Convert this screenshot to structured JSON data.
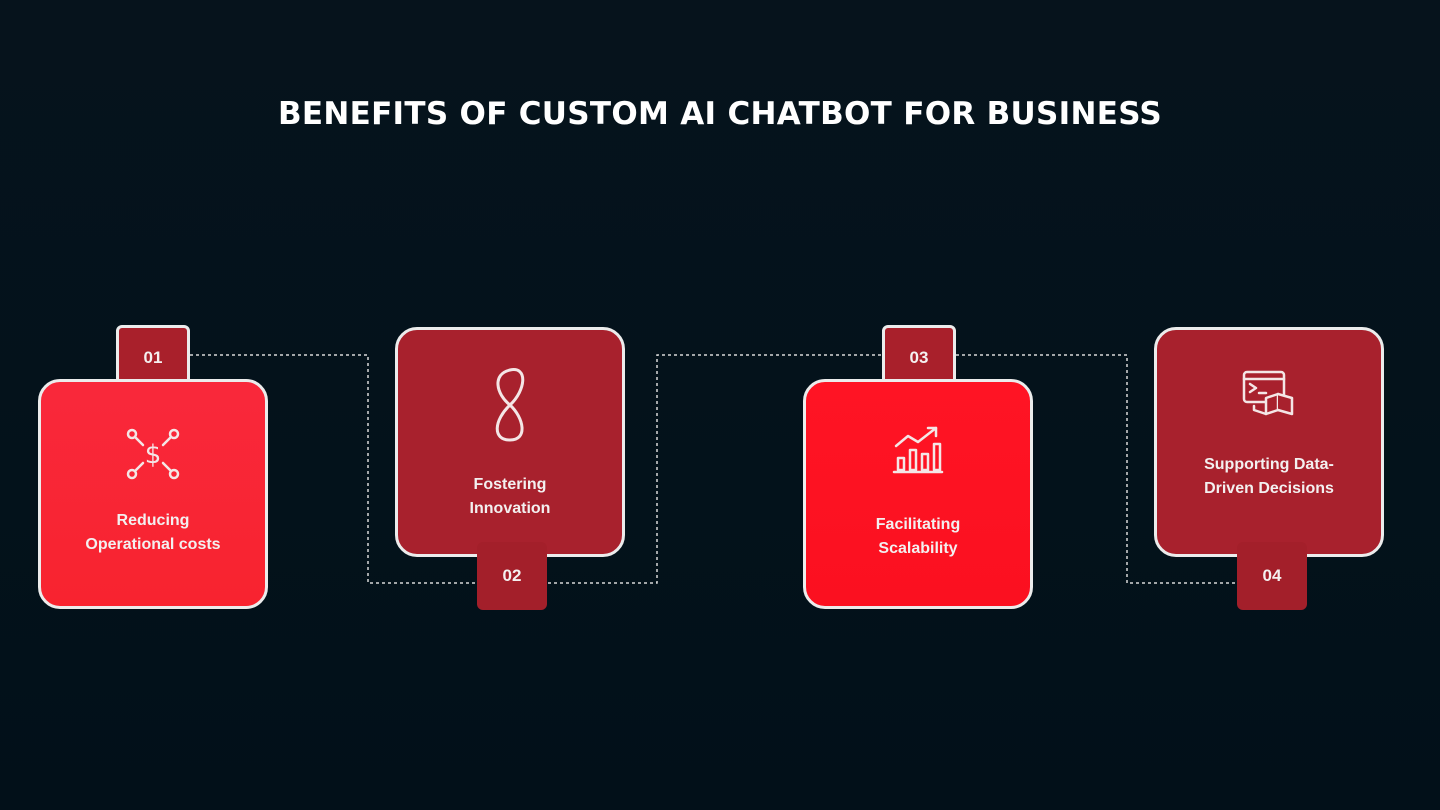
{
  "title": "BENEFITS OF CUSTOM AI CHATBOT FOR BUSINESS",
  "steps": [
    {
      "number": "01",
      "label": "Reducing\nOperational costs",
      "icon": "dollar-network-icon",
      "color": "#f9283b"
    },
    {
      "number": "02",
      "label": "Fostering\nInnovation",
      "icon": "infinity-loop-icon",
      "color": "#a8212d"
    },
    {
      "number": "03",
      "label": "Facilitating\nScalability",
      "icon": "growth-chart-icon",
      "color": "#ff1424"
    },
    {
      "number": "04",
      "label": "Supporting Data-\nDriven Decisions",
      "icon": "code-window-book-icon",
      "color": "#a8212d"
    }
  ],
  "colors": {
    "background": "#03121c",
    "accent_bright": "#f9283b",
    "accent_dark": "#a8212d",
    "border": "#ececec"
  }
}
